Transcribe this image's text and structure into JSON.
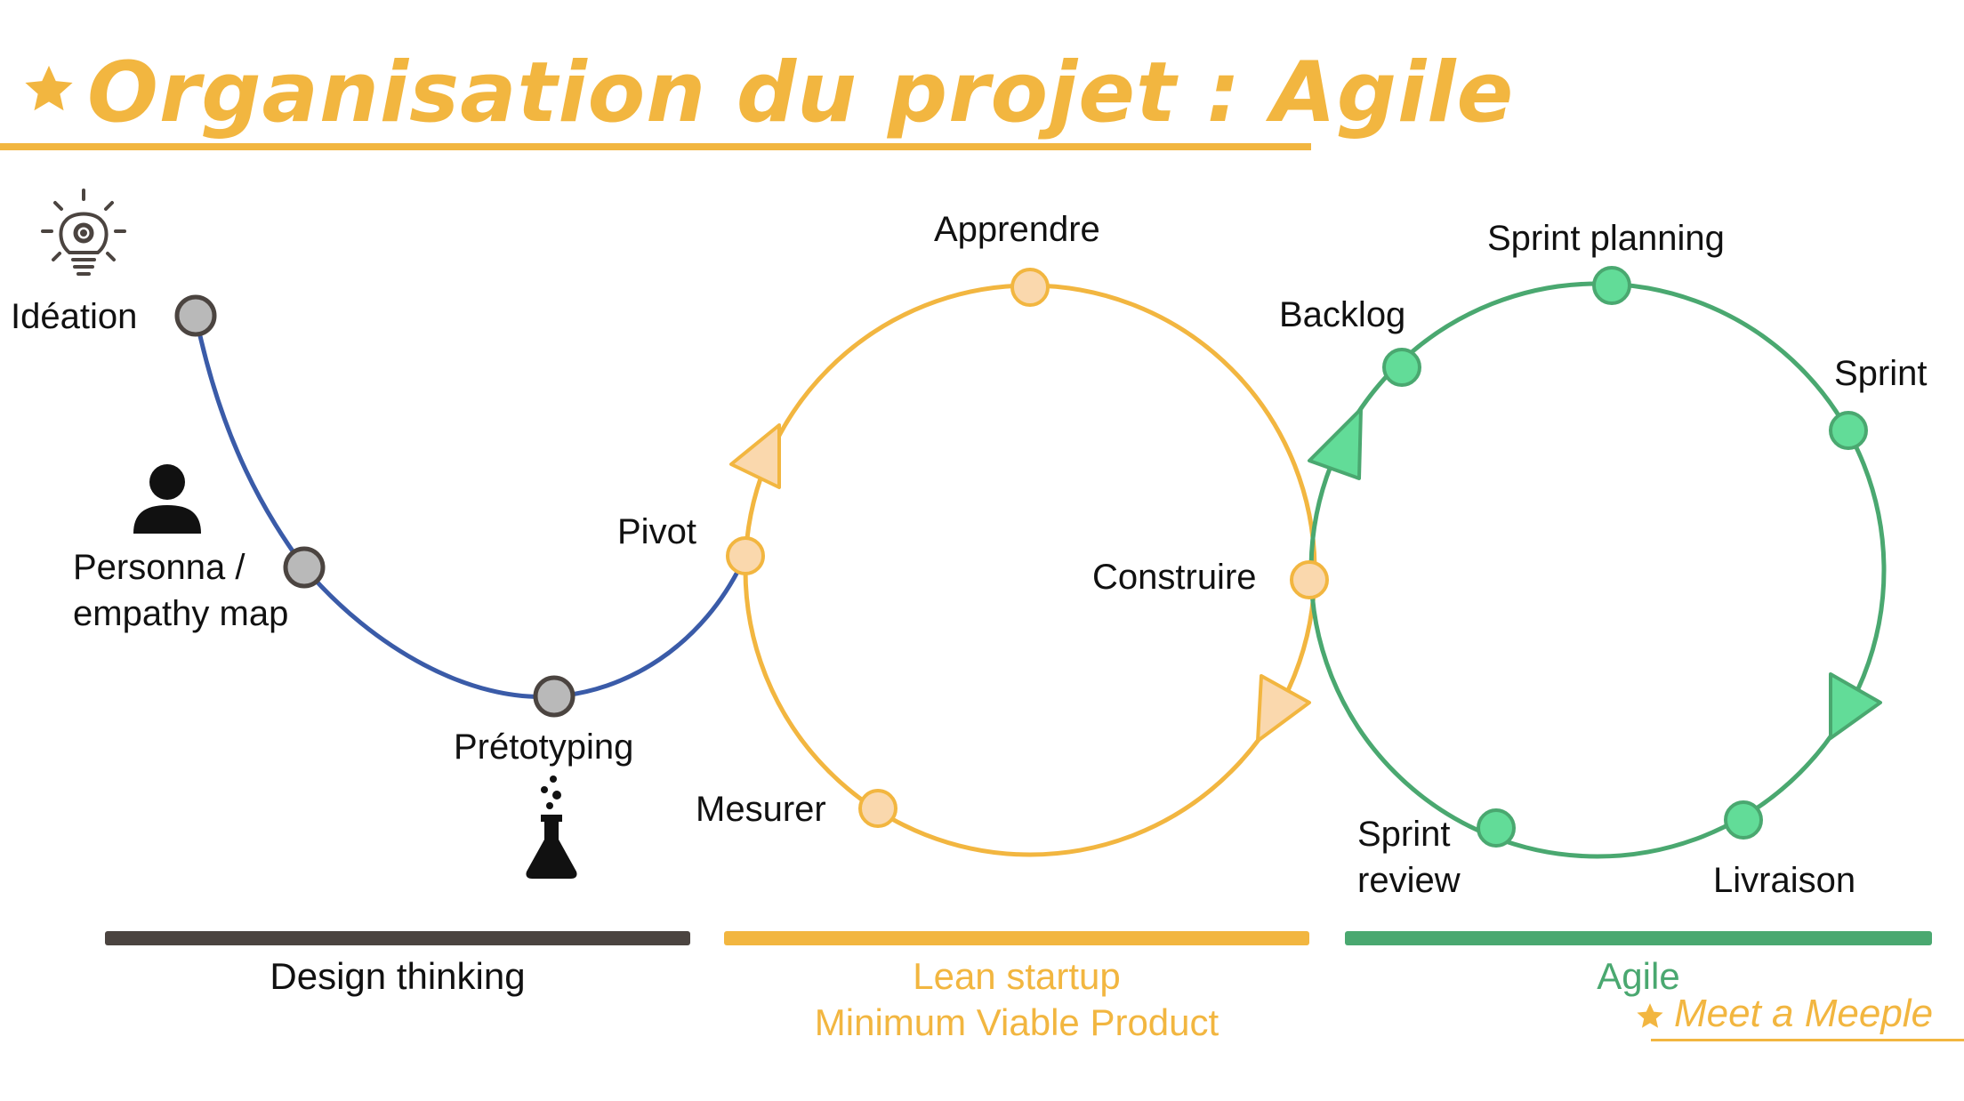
{
  "title": "Organisation du projet : Agile",
  "colors": {
    "accent": "#f2b640",
    "design_line": "#3a5ba8",
    "design_node": "#b9b9b9",
    "lean_node": "#fad8ad",
    "agile": "#4aa870",
    "agile_node": "#62dc98",
    "dark": "#4b4440"
  },
  "design_thinking": {
    "steps": [
      "Idéation",
      "Personna /",
      "empathy map",
      "Prétotyping"
    ],
    "label": "Design thinking"
  },
  "lean_startup": {
    "steps": [
      "Apprendre",
      "Pivot",
      "Construire",
      "Mesurer"
    ],
    "label_1": "Lean startup",
    "label_2": "Minimum Viable Product"
  },
  "agile": {
    "steps": [
      "Backlog",
      "Sprint planning",
      "Sprint",
      "Sprint",
      "review",
      "Livraison"
    ],
    "label": "Agile"
  },
  "brand": "Meet a Meeple",
  "icons": [
    "star-icon",
    "lightbulb-gear-icon",
    "person-icon",
    "flask-icon"
  ]
}
